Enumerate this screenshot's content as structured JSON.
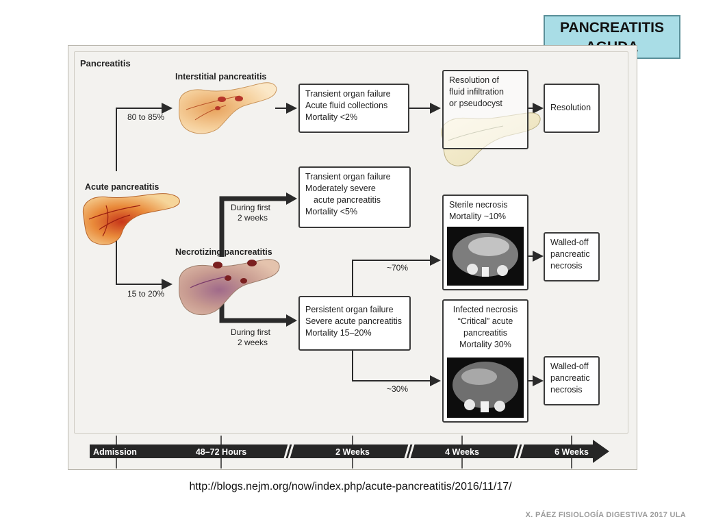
{
  "title": {
    "line1": "PANCREATITIS",
    "line2": "AGUDA"
  },
  "figure": {
    "heading": "Pancreatitis",
    "acute": "Acute pancreatitis",
    "interstitial": "Interstitial pancreatitis",
    "necrotizing": "Necrotizing pancreatitis",
    "pct_top": "80 to 85%",
    "pct_bottom": "15 to 20%",
    "during1_a": "During first",
    "during1_b": "2 weeks",
    "during2_a": "During first",
    "during2_b": "2 weeks",
    "pct70": "~70%",
    "pct30": "~30%",
    "box_transient1": [
      "Transient organ failure",
      "Acute fluid collections",
      "Mortality <2%"
    ],
    "box_resolution_fluid": [
      "Resolution of",
      "fluid infiltration",
      "or pseudocyst"
    ],
    "box_resolution": "Resolution",
    "box_transient2": [
      "Transient organ failure",
      "Moderately severe",
      "acute pancreatitis",
      "Mortality <5%"
    ],
    "box_sterile": [
      "Sterile necrosis",
      "Mortality ~10%"
    ],
    "box_walled1": [
      "Walled-off",
      "pancreatic",
      "necrosis"
    ],
    "box_persistent": [
      "Persistent organ failure",
      "Severe acute pancreatitis",
      "Mortality 15–20%"
    ],
    "box_infected": [
      "Infected necrosis",
      "“Critical” acute",
      "pancreatitis",
      "Mortality 30%"
    ],
    "box_walled2": [
      "Walled-off",
      "pancreatic",
      "necrosis"
    ]
  },
  "timeline": [
    "Admission",
    "48–72 Hours",
    "2 Weeks",
    "4 Weeks",
    "6 Weeks"
  ],
  "source_url": "http://blogs.nejm.org/now/index.php/acute-pancreatitis/2016/11/17/",
  "footer": "X. PÁEZ   FISIOLOGÍA DIGESTIVA 2017 ULA"
}
